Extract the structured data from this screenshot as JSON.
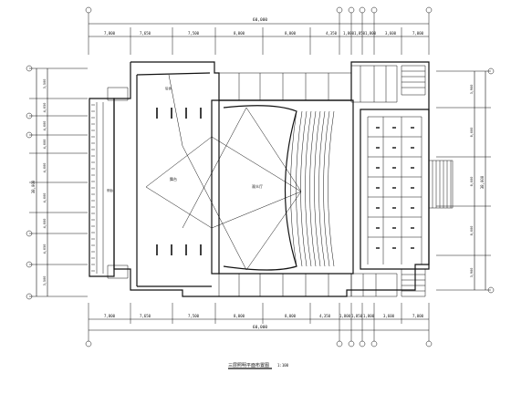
{
  "drawing": {
    "title": "三层照明平面布置图",
    "scale": "1:100",
    "top_total": "60,000",
    "bottom_total": "60,000",
    "top_dims": [
      "7,800",
      "7,650",
      "7,500",
      "8,000",
      "8,000",
      "4,350",
      "1,800",
      "1,850",
      "1,800",
      "3,600",
      "7,000"
    ],
    "bottom_dims": [
      "7,800",
      "7,650",
      "7,500",
      "8,000",
      "8,000",
      "4,350",
      "1,800",
      "1,850",
      "1,800",
      "3,600",
      "7,000"
    ],
    "left_dims": [
      "3,500",
      "4,050",
      "4,000",
      "4,000",
      "4,000",
      "4,000",
      "4,000",
      "4,050",
      "3,500"
    ],
    "right_dims": [
      "3,900",
      "8,000",
      "8,000",
      "8,000",
      "3,900"
    ],
    "left_total": "38,000",
    "right_total": "38,000",
    "rooms": [
      "舞台",
      "观众厅",
      "侧台",
      "后台"
    ]
  }
}
